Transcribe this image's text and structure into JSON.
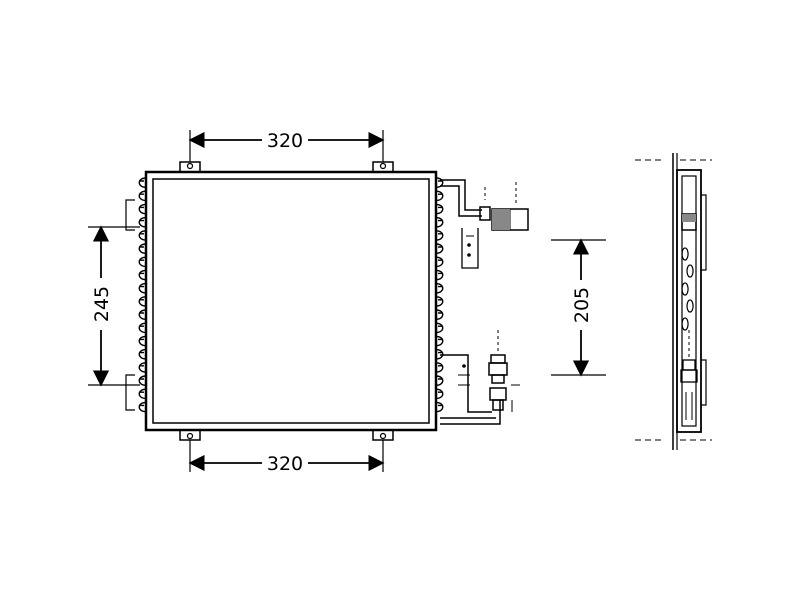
{
  "dimensions": {
    "top_width": "320",
    "bottom_width": "320",
    "left_height": "245",
    "right_height": "205"
  },
  "colors": {
    "line": "#000000",
    "background": "#ffffff"
  }
}
